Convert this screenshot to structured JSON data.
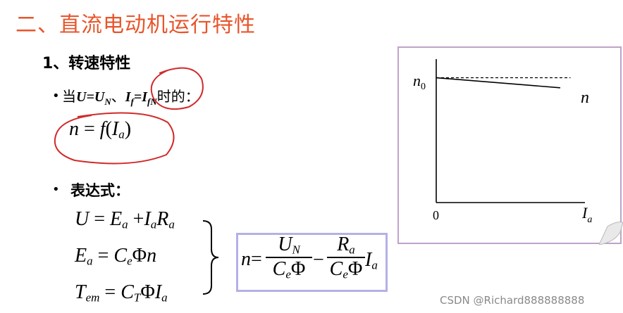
{
  "heading": "二、直流电动机运行特性",
  "section": "1、转速特性",
  "condition": {
    "bullet": "•",
    "prefix": "当",
    "U": "U",
    "eq": "=",
    "UN_main": "U",
    "UN_sub": "N",
    "sep": "、",
    "If_main": "I",
    "If_sub": "f",
    "IfN_main": "I",
    "IfN_sub": "fN",
    "suffix": "时的："
  },
  "function": {
    "n": "n",
    "eq": "=",
    "f": "f",
    "lp": "(",
    "I": "I",
    "a": "a",
    "rp": ")"
  },
  "expressions_label": "表达式：",
  "equations": {
    "eq1": {
      "U": "U",
      "eq": "=",
      "E": "E",
      "Esub": "a",
      "plus": "+",
      "I": "I",
      "Isub": "a",
      "R": "R",
      "Rsub": "a"
    },
    "eq2": {
      "E": "E",
      "Esub": "a",
      "eq": "=",
      "C": "C",
      "Csub": "e",
      "phi": "Φ",
      "n": "n"
    },
    "eq3": {
      "T": "T",
      "Tsub": "em",
      "eq": "=",
      "C": "C",
      "Csub": "T",
      "phi": "Φ",
      "I": "I",
      "Isub": "a"
    }
  },
  "result": {
    "lhs": "n",
    "eq": "=",
    "num1_main": "U",
    "num1_sub": "N",
    "den1_main": "C",
    "den1_sub": "e",
    "den1_phi": "Φ",
    "minus": "−",
    "num2_main": "R",
    "num2_sub": "a",
    "den2_main": "C",
    "den2_sub": "e",
    "den2_phi": "Φ",
    "tail_main": "I",
    "tail_sub": "a"
  },
  "chart_data": {
    "type": "line",
    "title": "",
    "xlabel": "I",
    "xlabel_sub": "a",
    "ylabel": "n",
    "origin_label": "0",
    "y_tick_label": "n",
    "y_tick_sub": "0",
    "series_label": "n",
    "xlim": [
      0,
      1
    ],
    "ylim": [
      0,
      1
    ],
    "reference_line": {
      "style": "dashed",
      "y": 0.87
    },
    "series": [
      {
        "x": [
          0,
          0.85
        ],
        "y": [
          0.87,
          0.8
        ]
      }
    ]
  },
  "watermark": "CSDN @Richard888888888",
  "colors": {
    "heading": "#e8552b",
    "annotation": "#d12a2a",
    "result_border": "#b4b0e6",
    "graph_border": "#c0a2c9"
  }
}
